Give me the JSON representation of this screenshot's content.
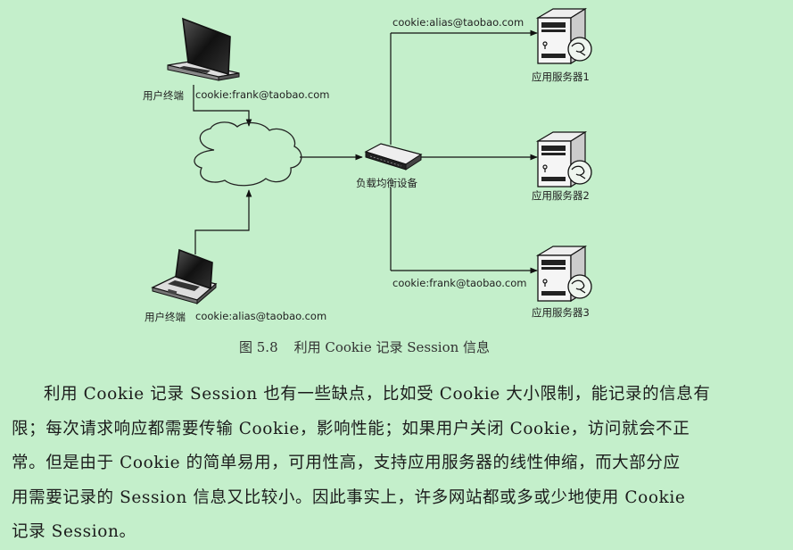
{
  "figure": {
    "nodes": {
      "terminal_top": {
        "label": "用户终端",
        "cookie": "cookie:frank@taobao.com"
      },
      "terminal_bottom": {
        "label": "用户终端",
        "cookie": "cookie:alias@taobao.com"
      },
      "internet": {
        "label": ""
      },
      "load_balancer": {
        "label": "负载均衡设备"
      },
      "servers": [
        {
          "label": "应用服务器1",
          "cookie": "cookie:alias@taobao.com"
        },
        {
          "label": "应用服务器2",
          "cookie": ""
        },
        {
          "label": "应用服务器3",
          "cookie": "cookie:frank@taobao.com"
        }
      ]
    },
    "caption": {
      "number": "图 5.8",
      "title": "利用 Cookie 记录 Session 信息"
    }
  },
  "body": {
    "lines": [
      "利用 Cookie 记录 Session 也有一些缺点，比如受 Cookie 大小限制，能记录的信息有",
      "限；每次请求响应都需要传输 Cookie，影响性能；如果用户关闭 Cookie，访问就会不正",
      "常。但是由于 Cookie 的简单易用，可用性高，支持应用服务器的线性伸缩，而大部分应",
      "用需要记录的 Session 信息又比较小。因此事实上，许多网站都或多或少地使用 Cookie",
      "记录 Session。"
    ]
  }
}
